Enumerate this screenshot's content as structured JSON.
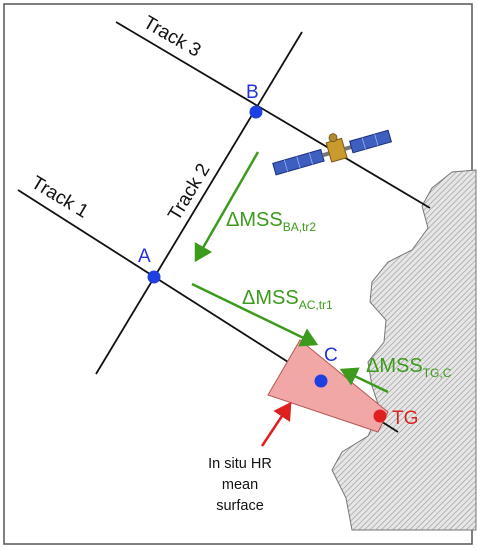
{
  "tracks": {
    "track1": "Track 1",
    "track2": "Track 2",
    "track3": "Track 3"
  },
  "points": {
    "a": "A",
    "b": "B",
    "c": "C",
    "tg": "TG"
  },
  "deltas": {
    "ba": {
      "main": "ΔMSS",
      "sub": "BA,tr2"
    },
    "ac": {
      "main": "ΔMSS",
      "sub": "AC,tr1"
    },
    "tgc": {
      "main": "ΔMSS",
      "sub": "TG,C"
    }
  },
  "annotation": {
    "line1": "In situ HR",
    "line2": "mean",
    "line3": "surface"
  },
  "colors": {
    "track_line": "#111111",
    "point_blue": "#1f3fe0",
    "delta_green": "#3c9a1c",
    "tide_gauge_red": "#e02020",
    "surface_fill": "#f2a7a7",
    "surface_stroke": "#b55555",
    "coast_fill": "#d8d8d8"
  },
  "icons": {
    "satellite": "satellite-icon"
  }
}
